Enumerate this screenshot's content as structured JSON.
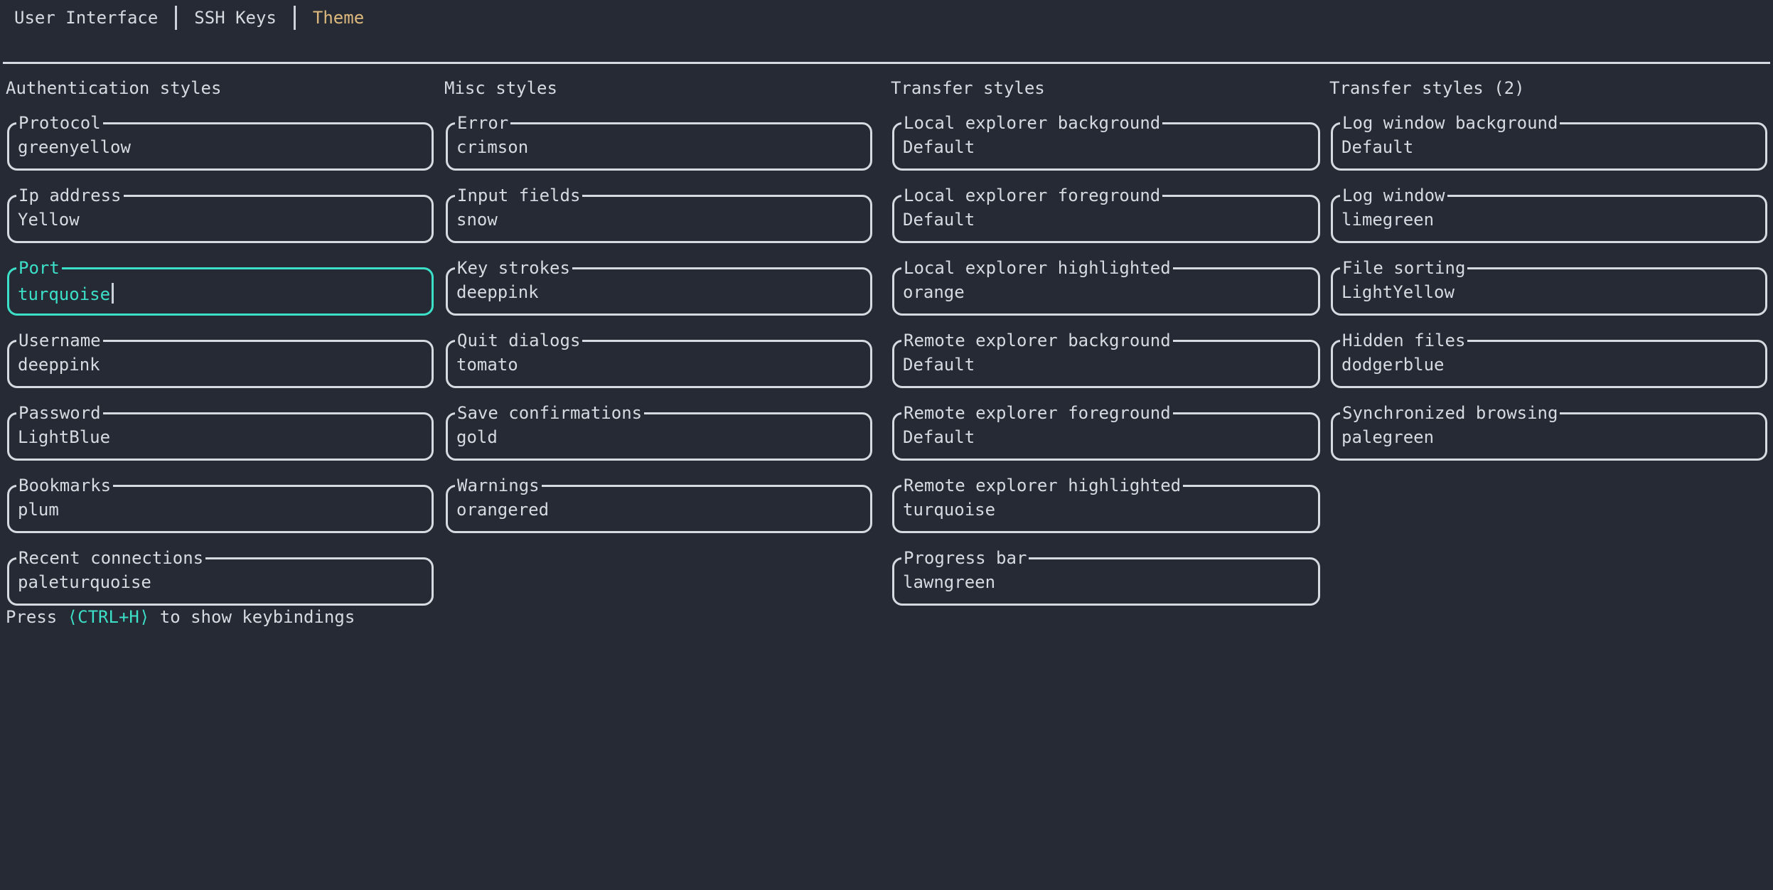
{
  "tabs": {
    "items": [
      {
        "label": "User Interface",
        "active": false
      },
      {
        "label": "SSH Keys",
        "active": false
      },
      {
        "label": "Theme",
        "active": true
      }
    ]
  },
  "columns": [
    {
      "title": "Authentication styles",
      "fields": [
        {
          "label": "Protocol",
          "value": "greenyellow",
          "focused": false,
          "cursor": false
        },
        {
          "label": "Ip address",
          "value": "Yellow",
          "focused": false,
          "cursor": false
        },
        {
          "label": "Port",
          "value": "turquoise",
          "focused": true,
          "cursor": true
        },
        {
          "label": "Username",
          "value": "deeppink",
          "focused": false,
          "cursor": false
        },
        {
          "label": "Password",
          "value": "LightBlue",
          "focused": false,
          "cursor": false
        },
        {
          "label": "Bookmarks",
          "value": "plum",
          "focused": false,
          "cursor": false
        },
        {
          "label": "Recent connections",
          "value": "paleturquoise",
          "focused": false,
          "cursor": false
        }
      ]
    },
    {
      "title": "Misc styles",
      "fields": [
        {
          "label": "Error",
          "value": "crimson",
          "focused": false,
          "cursor": false
        },
        {
          "label": "Input fields",
          "value": "snow",
          "focused": false,
          "cursor": false
        },
        {
          "label": "Key strokes",
          "value": "deeppink",
          "focused": false,
          "cursor": false
        },
        {
          "label": "Quit dialogs",
          "value": "tomato",
          "focused": false,
          "cursor": false
        },
        {
          "label": "Save confirmations",
          "value": "gold",
          "focused": false,
          "cursor": false
        },
        {
          "label": "Warnings",
          "value": "orangered",
          "focused": false,
          "cursor": false
        }
      ]
    },
    {
      "title": "Transfer styles",
      "fields": [
        {
          "label": "Local explorer background",
          "value": "Default",
          "focused": false,
          "cursor": false
        },
        {
          "label": "Local explorer foreground",
          "value": "Default",
          "focused": false,
          "cursor": false
        },
        {
          "label": "Local explorer highlighted",
          "value": "orange",
          "focused": false,
          "cursor": false
        },
        {
          "label": "Remote explorer background",
          "value": "Default",
          "focused": false,
          "cursor": false
        },
        {
          "label": "Remote explorer foreground",
          "value": "Default",
          "focused": false,
          "cursor": false
        },
        {
          "label": "Remote explorer highlighted",
          "value": "turquoise",
          "focused": false,
          "cursor": false
        },
        {
          "label": "Progress bar",
          "value": "lawngreen",
          "focused": false,
          "cursor": false
        }
      ]
    },
    {
      "title": "Transfer styles (2)",
      "fields": [
        {
          "label": "Log window background",
          "value": "Default",
          "focused": false,
          "cursor": false
        },
        {
          "label": "Log window",
          "value": "limegreen",
          "focused": false,
          "cursor": false
        },
        {
          "label": "File sorting",
          "value": "LightYellow",
          "focused": false,
          "cursor": false
        },
        {
          "label": "Hidden files",
          "value": "dodgerblue",
          "focused": false,
          "cursor": false
        },
        {
          "label": "Synchronized browsing",
          "value": "palegreen",
          "focused": false,
          "cursor": false
        }
      ]
    }
  ],
  "help": {
    "prefix": "Press ",
    "key": "⟨CTRL+H⟩",
    "suffix": " to show keybindings"
  },
  "colors": {
    "background": "#262a34",
    "foreground": "#d6dae1",
    "tab_active": "#ddb97d",
    "focus": "#3ce0c8",
    "cursor": "#ccd2da"
  }
}
